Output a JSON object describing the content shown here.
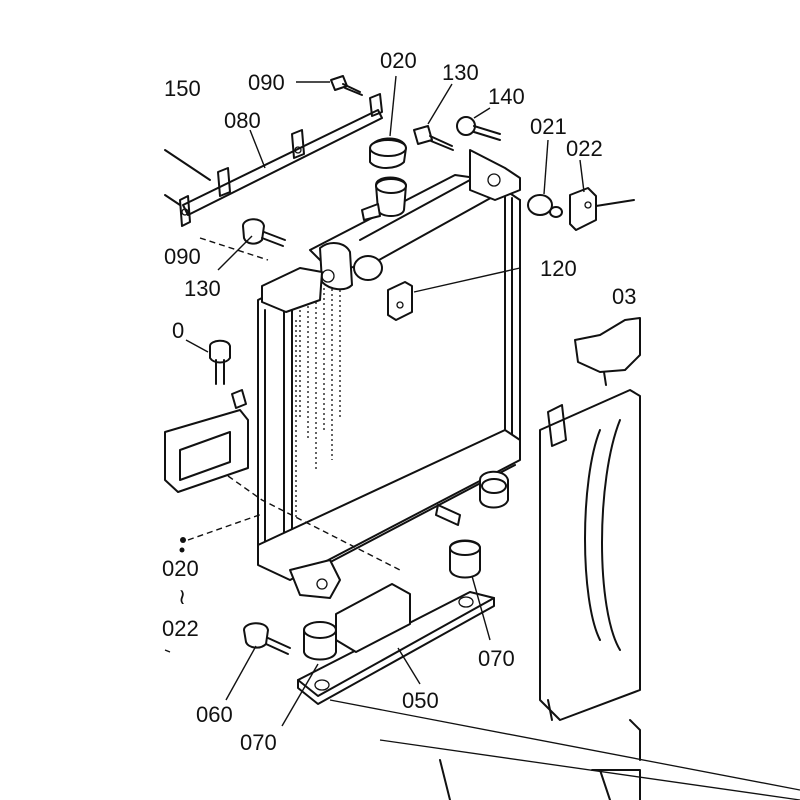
{
  "diagram": {
    "part_labels": {
      "l150": "150",
      "l090_top": "090",
      "l080": "080",
      "l020_top": "020",
      "l130_top": "130",
      "l140": "140",
      "l021": "021",
      "l022_top": "022",
      "l090_left": "090",
      "l130_left": "130",
      "l120": "120",
      "l03": "03",
      "l0": "0",
      "l020_left": "020",
      "l022_left": "022",
      "l070_right": "070",
      "l050": "050",
      "l060": "060",
      "l070_bottom": "070"
    },
    "range_mark": "≀"
  }
}
